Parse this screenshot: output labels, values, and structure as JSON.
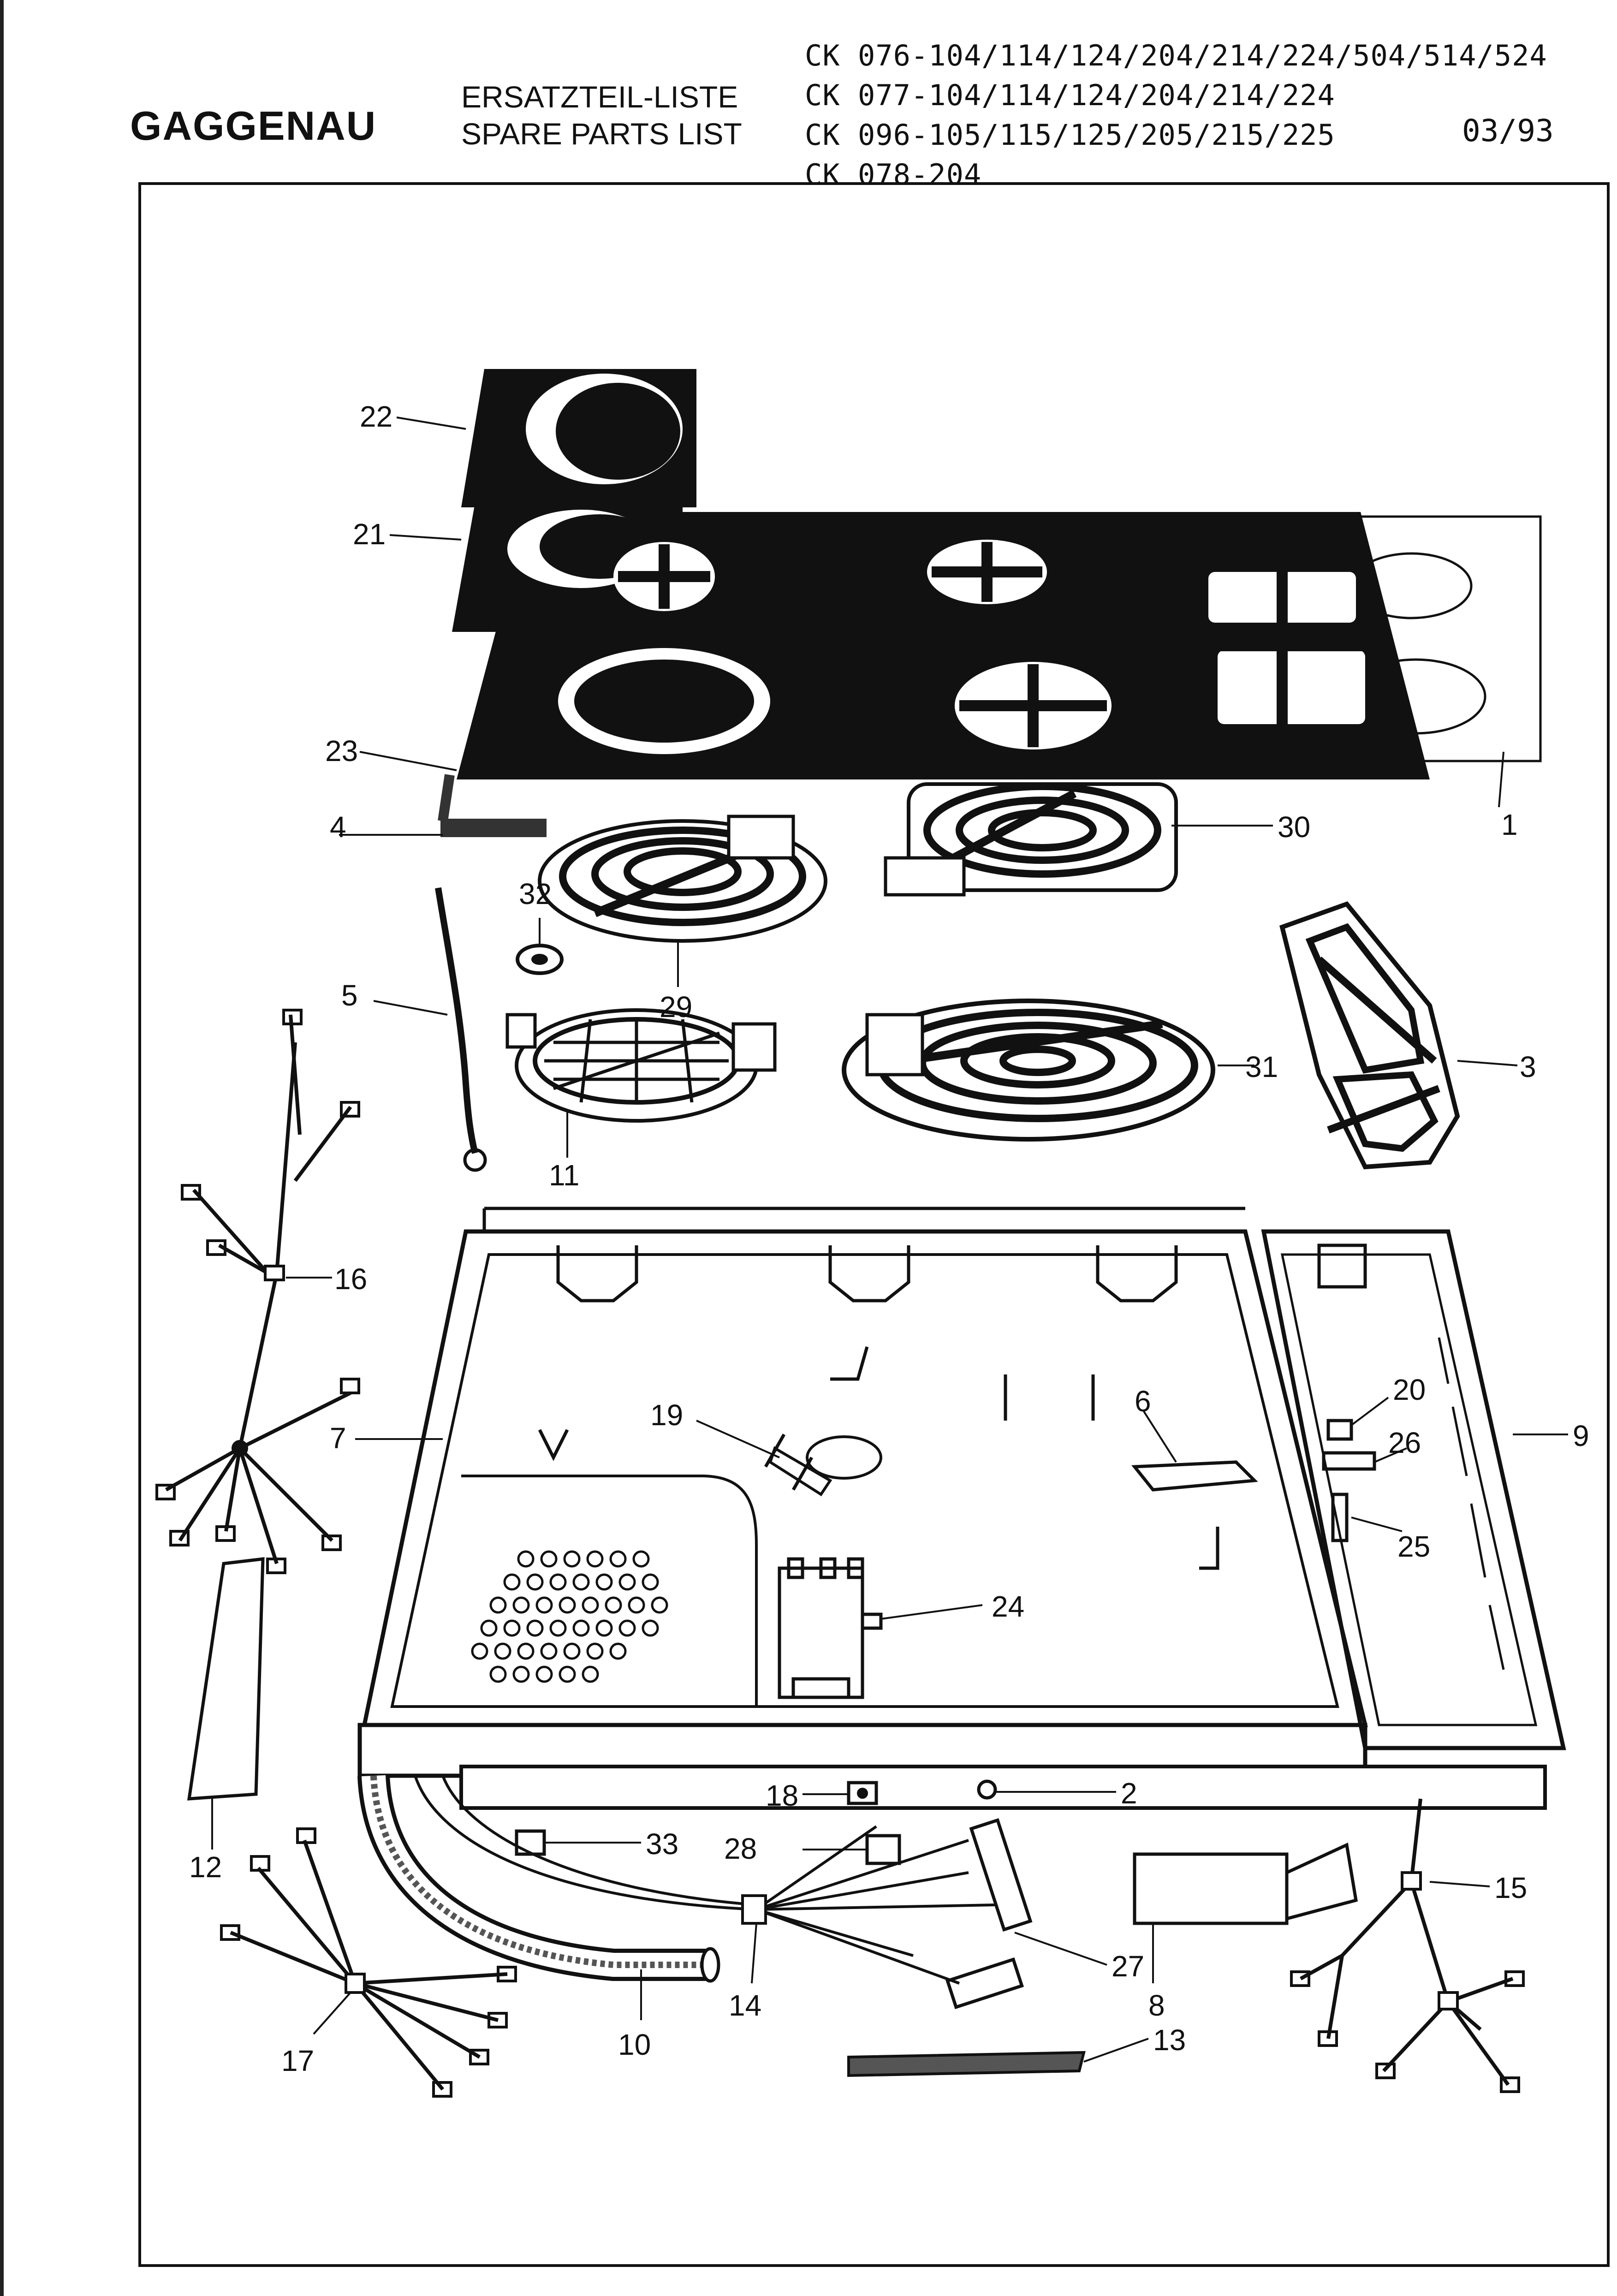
{
  "header": {
    "brand": "GAGGENAU",
    "title_de": "ERSATZTEIL-LISTE",
    "title_en": "SPARE PARTS LIST",
    "models": [
      "CK 076-104/114/124/204/214/224/504/514/524",
      "CK 077-104/114/124/204/214/224",
      "CK 096-105/115/125/205/215/225",
      "CK 078-204"
    ],
    "date": "03/93"
  },
  "callouts": [
    "1",
    "2",
    "3",
    "4",
    "5",
    "6",
    "7",
    "8",
    "9",
    "10",
    "11",
    "12",
    "13",
    "14",
    "15",
    "16",
    "17",
    "18",
    "19",
    "20",
    "21",
    "22",
    "23",
    "24",
    "25",
    "26",
    "27",
    "28",
    "29",
    "30",
    "31",
    "32",
    "33"
  ]
}
